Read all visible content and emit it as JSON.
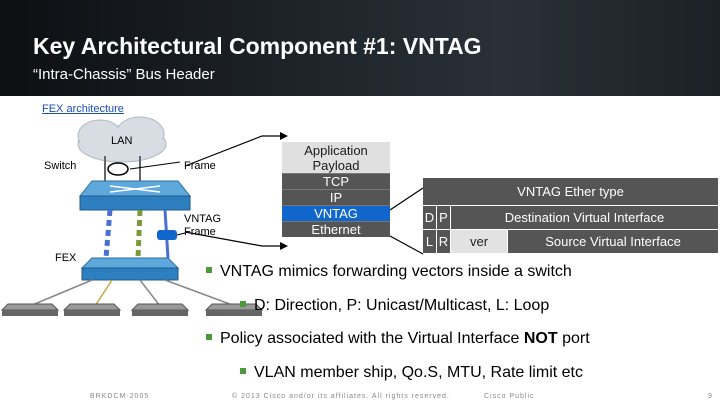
{
  "header": {
    "title": "Key Architectural Component #1: VNTAG",
    "subtitle": "“Intra-Chassis” Bus Header"
  },
  "diagram": {
    "section_label": "FEX architecture",
    "labels": {
      "lan": "LAN",
      "switch": "Switch",
      "fex": "FEX",
      "frame": "Frame",
      "vntag_frame_line1": "VNTAG",
      "vntag_frame_line2": "Frame"
    },
    "stack": {
      "application_line1": "Application",
      "application_line2": "Payload",
      "tcp": "TCP",
      "ip": "IP",
      "vntag": "VNTAG",
      "ethernet": "Ethernet"
    },
    "vntag_header": {
      "ether_type": "VNTAG Ether type",
      "d": "D",
      "p": "P",
      "dest_vif": "Destination Virtual Interface",
      "l": "L",
      "r": "R",
      "ver": "ver",
      "src_vif": "Source Virtual Interface"
    },
    "colors": {
      "vntag_blue": "#1166cc",
      "cell_gray": "#555555",
      "bullet_green": "#4a9a3a",
      "header_dark": "#1f252b"
    }
  },
  "bullets": [
    {
      "level": 1,
      "text": "VNTAG mimics forwarding vectors inside a switch"
    },
    {
      "level": 2,
      "text": "D: Direction, P: Unicast/Multicast, L: Loop"
    },
    {
      "level": 1,
      "text_before": "Policy associated with the Virtual Interface ",
      "text_bold": "NOT",
      "text_after": " port"
    },
    {
      "level": 2,
      "text": "VLAN member ship, Qo.S, MTU, Rate limit etc"
    }
  ],
  "footer": {
    "left": "BRKDCM-2005",
    "middle": "© 2013 Cisco and/or its affiliates. All rights reserved.",
    "right": "Cisco Public",
    "page": "9"
  }
}
